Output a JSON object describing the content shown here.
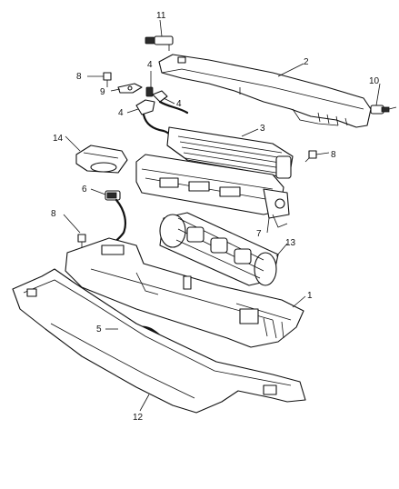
{
  "callouts": {
    "c1": "1",
    "c2": "2",
    "c3": "3",
    "c4a": "4",
    "c4b": "4",
    "c4c": "4",
    "c5": "5",
    "c6": "6",
    "c7": "7",
    "c8a": "8",
    "c8b": "8",
    "c8c": "8",
    "c9": "9",
    "c10": "10",
    "c11": "11",
    "c12": "12",
    "c13": "13",
    "c14": "14"
  }
}
